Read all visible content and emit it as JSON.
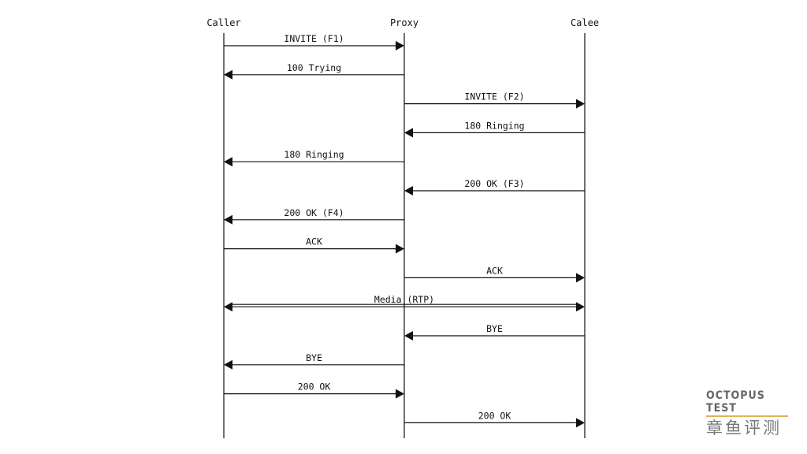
{
  "diagram": {
    "actors": [
      {
        "id": "caller",
        "label": "Caller"
      },
      {
        "id": "proxy",
        "label": "Proxy"
      },
      {
        "id": "callee",
        "label": "Calee"
      }
    ],
    "messages": [
      {
        "from": "caller",
        "to": "proxy",
        "label": "INVITE (F1)"
      },
      {
        "from": "proxy",
        "to": "caller",
        "label": "100 Trying"
      },
      {
        "from": "proxy",
        "to": "callee",
        "label": "INVITE (F2)"
      },
      {
        "from": "callee",
        "to": "proxy",
        "label": "180 Ringing"
      },
      {
        "from": "proxy",
        "to": "caller",
        "label": "180 Ringing"
      },
      {
        "from": "callee",
        "to": "proxy",
        "label": "200 OK (F3)"
      },
      {
        "from": "proxy",
        "to": "caller",
        "label": "200 OK (F4)"
      },
      {
        "from": "caller",
        "to": "proxy",
        "label": "ACK"
      },
      {
        "from": "proxy",
        "to": "callee",
        "label": "ACK"
      },
      {
        "from": "caller",
        "to": "callee",
        "label": "Media (RTP)",
        "bidirectional": true
      },
      {
        "from": "callee",
        "to": "proxy",
        "label": "BYE"
      },
      {
        "from": "proxy",
        "to": "caller",
        "label": "BYE"
      },
      {
        "from": "caller",
        "to": "proxy",
        "label": "200 OK"
      },
      {
        "from": "proxy",
        "to": "callee",
        "label": "200 OK"
      }
    ]
  },
  "watermark": {
    "english": "OCTOPUS TEST",
    "chinese": "章鱼评测",
    "accent_color": "#e0b35a"
  }
}
